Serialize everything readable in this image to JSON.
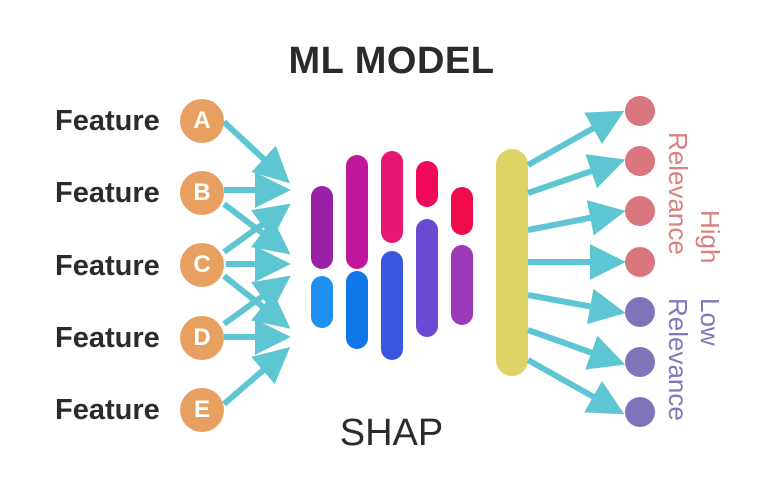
{
  "title": "ML MODEL",
  "subtitle": "SHAP",
  "features": [
    {
      "label": "Feature",
      "letter": "A"
    },
    {
      "label": "Feature",
      "letter": "B"
    },
    {
      "label": "Feature",
      "letter": "C"
    },
    {
      "label": "Feature",
      "letter": "D"
    },
    {
      "label": "Feature",
      "letter": "E"
    }
  ],
  "relevance": {
    "high_word": "High",
    "high_rel": "Relevance",
    "low_word": "Low",
    "low_rel": "Relevance"
  },
  "colors": {
    "feature_circle": "#e8a060",
    "arrow": "#5ec5d3",
    "output_bar": "#ddd468",
    "high_dot": "#d9767e",
    "low_dot": "#8075ba",
    "high_text": "#d98080",
    "low_text": "#8376bb"
  }
}
